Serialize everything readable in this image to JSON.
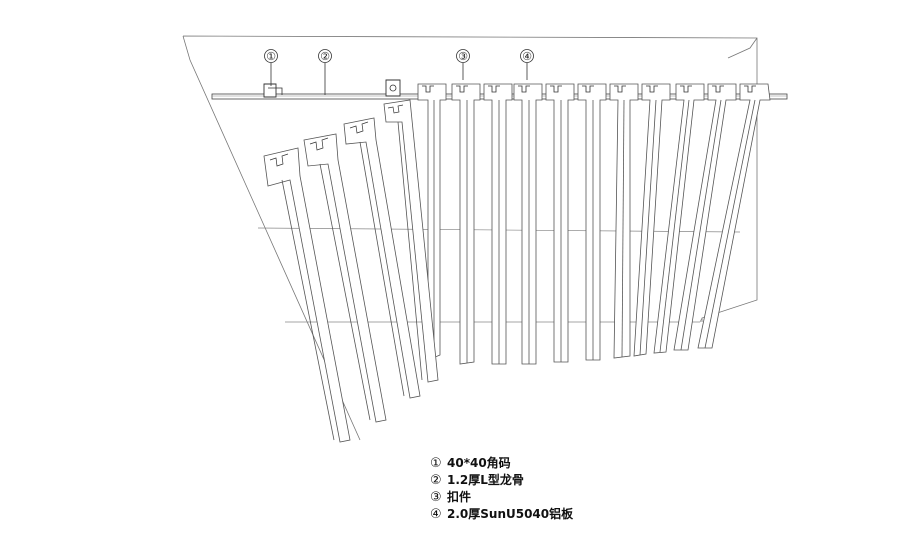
{
  "callouts": [
    "①",
    "②",
    "③",
    "④"
  ],
  "legend": [
    {
      "num": "①",
      "text": "40*40角码"
    },
    {
      "num": "②",
      "text": "1.2厚L型龙骨"
    },
    {
      "num": "③",
      "text": "扣件"
    },
    {
      "num": "④",
      "text": "2.0厚SunU5040铝板"
    }
  ],
  "colors": {
    "line": "#555555",
    "background": "#ffffff"
  }
}
